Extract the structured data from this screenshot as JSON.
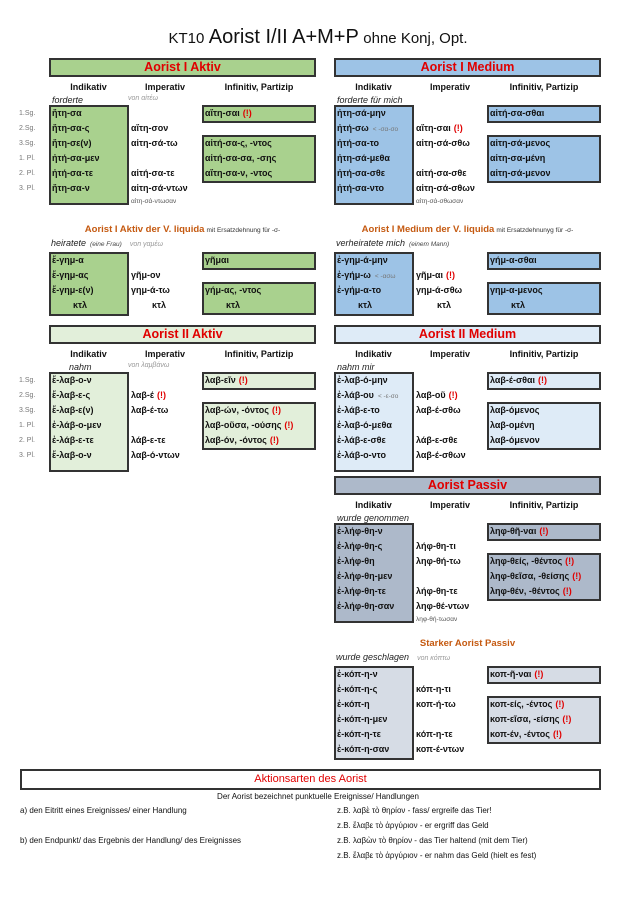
{
  "title": {
    "code": "KT10",
    "main": "Aorist I/II A+M+P",
    "sub": "ohne Konj, Opt."
  },
  "col_headers": [
    "Indikativ",
    "Imperativ",
    "Infinitiv, Partizip"
  ],
  "warn_mark": "(!)",
  "row_labels": [
    "1.Sg.",
    "2.Sg.",
    "3.Sg.",
    "1. Pl.",
    "2. Pl.",
    "3. Pl."
  ],
  "colors": {
    "green": "#a9d18e",
    "blue": "#9dc3e6",
    "lightgreen": "#e2efda",
    "lightblue": "#deebf7",
    "passiv": "#adb9ca",
    "passivlight": "#d6dce5",
    "red": "#e00000",
    "orange": "#c55a11"
  },
  "sections": [
    {
      "id": "aorist-1-aktiv",
      "title": "Aorist I Aktiv",
      "gloss": "forderte",
      "source": "von αἰτέω",
      "ind": [
        {
          "t": "ἤτη-σα"
        },
        {
          "t": "ἤτη-σα-ς"
        },
        {
          "t": "ἤτη-σε(ν)"
        },
        {
          "t": "ἠτή-σα-μεν"
        },
        {
          "t": "ἠτή-σα-τε"
        },
        {
          "t": "ἤτη-σα-ν"
        }
      ],
      "imp": [
        {
          "t": ""
        },
        {
          "t": "αἴτη-σον"
        },
        {
          "t": "αἰτη-σά-τω"
        },
        {
          "t": ""
        },
        {
          "t": "αἰτή-σα-τε"
        },
        {
          "t": "αἰτη-σά-ντων"
        }
      ],
      "imp_extra": "αἰτη-σά-ντωσαν",
      "inf": {
        "t": "αἴτη-σαι",
        "w": true
      },
      "part": [
        {
          "t": "αἰτή-σα-ς, -ντος"
        },
        {
          "t": "αἰτή-σα-σα, -σης"
        },
        {
          "t": "αἴτη-σα-ν, -ντος"
        }
      ]
    },
    {
      "id": "aorist-1-medium",
      "title": "Aorist I Medium",
      "gloss": "forderte für mich",
      "ind": [
        {
          "t": "ἠτη-σά-μην"
        },
        {
          "t": "ἠτή-σω",
          "n": "< -σα-σο"
        },
        {
          "t": "ἠτή-σα-το"
        },
        {
          "t": "ἠτη-σά-μεθα"
        },
        {
          "t": "ἠτή-σα-σθε"
        },
        {
          "t": "ἠτή-σα-ντο"
        }
      ],
      "imp": [
        {
          "t": ""
        },
        {
          "t": "αἴτη-σαι",
          "w": true
        },
        {
          "t": "αἰτη-σά-σθω"
        },
        {
          "t": ""
        },
        {
          "t": "αἰτή-σα-σθε"
        },
        {
          "t": "αἰτη-σά-σθων"
        }
      ],
      "imp_extra": "αἰτη-σά-σθωσαν",
      "inf": {
        "t": "αἰτή-σα-σθαι"
      },
      "part": [
        {
          "t": "αἰτη-σά-μενος"
        },
        {
          "t": "αἰτη-σα-μένη"
        },
        {
          "t": "αἰτη-σά-μενον"
        }
      ]
    },
    {
      "id": "aorist-1-aktiv-liquida",
      "title": "Aorist I Aktiv der V. liquida",
      "suffix": "mit Ersatzdehnung für -σ-",
      "gloss": "heiratete",
      "paren": "(eine Frau)",
      "source": "von γαμέω",
      "ind": [
        {
          "t": "ἔ-γημ-α"
        },
        {
          "t": "ἔ-γημ-ας"
        },
        {
          "t": "ἔ-γημ-ε(ν)"
        },
        {
          "t": "κτλ",
          "c": true
        }
      ],
      "imp": [
        {
          "t": ""
        },
        {
          "t": "γῆμ-ον"
        },
        {
          "t": "γημ-ά-τω"
        },
        {
          "t": "κτλ",
          "c": true
        }
      ],
      "inf": {
        "t": "γῆμαι"
      },
      "part": [
        {
          "t": "γήμ-ας, -ντος"
        },
        {
          "t": "κτλ",
          "c": true
        }
      ]
    },
    {
      "id": "aorist-1-medium-liquida",
      "title": "Aorist I Medium der V. liquida",
      "suffix": "mit Ersatzdehnunyg für -σ-",
      "gloss": "verheiratete mich",
      "paren": "(einem Mann)",
      "ind": [
        {
          "t": "ἐ-γημ-ά-μην"
        },
        {
          "t": "ἐ-γήμ-ω",
          "n": "< -ασω"
        },
        {
          "t": "ἐ-γήμ-α-το"
        },
        {
          "t": "κτλ",
          "c": true
        }
      ],
      "imp": [
        {
          "t": ""
        },
        {
          "t": "γῆμ-αι",
          "w": true
        },
        {
          "t": "γημ-ά-σθω"
        },
        {
          "t": "κτλ",
          "c": true
        }
      ],
      "inf": {
        "t": "γήμ-α-σθαι"
      },
      "part": [
        {
          "t": "γημ-α-μενος"
        },
        {
          "t": "κτλ",
          "c": true
        }
      ]
    },
    {
      "id": "aorist-2-aktiv",
      "title": "Aorist II Aktiv",
      "gloss": "nahm",
      "source": "von λαμβάνω",
      "ind": [
        {
          "t": "ἔ-λαβ-ο-ν"
        },
        {
          "t": "ἔ-λαβ-ε-ς"
        },
        {
          "t": "ἔ-λαβ-ε(ν)"
        },
        {
          "t": "ἐ-λάβ-ο-μεν"
        },
        {
          "t": "ἐ-λάβ-ε-τε"
        },
        {
          "t": "ἔ-λαβ-ο-ν"
        }
      ],
      "imp": [
        {
          "t": ""
        },
        {
          "t": "λαβ-έ",
          "w": true
        },
        {
          "t": "λαβ-έ-τω"
        },
        {
          "t": ""
        },
        {
          "t": "λάβ-ε-τε"
        },
        {
          "t": "λαβ-ό-ντων"
        }
      ],
      "inf": {
        "t": "λαβ-εῖν",
        "w": true
      },
      "part": [
        {
          "t": "λαβ-ών, -όντος",
          "w": true
        },
        {
          "t": "λαβ-οῦσα, -ούσης",
          "w": true
        },
        {
          "t": "λαβ-όν, -όντος",
          "w": true
        }
      ]
    },
    {
      "id": "aorist-2-medium",
      "title": "Aorist II Medium",
      "gloss": "nahm mir",
      "ind": [
        {
          "t": "ἐ-λαβ-ό-μην"
        },
        {
          "t": "ἐ-λάβ-ου",
          "n": "< -ε-σο"
        },
        {
          "t": "ἐ-λάβ-ε-το"
        },
        {
          "t": "ἐ-λαβ-ό-μεθα"
        },
        {
          "t": "ἐ-λάβ-ε-σθε"
        },
        {
          "t": "ἐ-λάβ-ο-ντο"
        }
      ],
      "imp": [
        {
          "t": ""
        },
        {
          "t": "λαβ-οῦ",
          "w": true
        },
        {
          "t": "λαβ-έ-σθω"
        },
        {
          "t": ""
        },
        {
          "t": "λάβ-ε-σθε"
        },
        {
          "t": "λαβ-έ-σθων"
        }
      ],
      "inf": {
        "t": "λαβ-έ-σθαι",
        "w": true
      },
      "part": [
        {
          "t": "λαβ-όμενος"
        },
        {
          "t": "λαβ-ομένη"
        },
        {
          "t": "λαβ-όμενον"
        }
      ]
    },
    {
      "id": "aorist-passiv",
      "title": "Aorist Passiv",
      "gloss": "wurde genommen",
      "ind": [
        {
          "t": "ἐ-λήφ-θη-ν"
        },
        {
          "t": "ἐ-λήφ-θη-ς"
        },
        {
          "t": "ἐ-λήφ-θη"
        },
        {
          "t": "ἐ-λήφ-θη-μεν"
        },
        {
          "t": "ἐ-λήφ-θη-τε"
        },
        {
          "t": "ἐ-λήφ-θη-σαν"
        }
      ],
      "imp": [
        {
          "t": ""
        },
        {
          "t": "λήφ-θη-τι"
        },
        {
          "t": "ληφ-θή-τω"
        },
        {
          "t": ""
        },
        {
          "t": "λήφ-θη-τε"
        },
        {
          "t": "ληφ-θέ-ντων"
        }
      ],
      "imp_extra": "ληφ-θή-τωσαν",
      "inf": {
        "t": "ληφ-θῆ-ναι",
        "w": true
      },
      "part": [
        {
          "t": "ληφ-θείς, -θέντος",
          "w": true
        },
        {
          "t": "ληφ-θεῖσα, -θείσης",
          "w": true
        },
        {
          "t": "ληφ-θέν, -θέντος",
          "w": true
        }
      ]
    },
    {
      "id": "starker-aorist-passiv",
      "title": "Starker Aorist Passiv",
      "gloss": "wurde geschlagen",
      "source": "von κόπτω",
      "ind": [
        {
          "t": "ἐ-κόπ-η-ν"
        },
        {
          "t": "ἐ-κόπ-η-ς"
        },
        {
          "t": "ἐ-κόπ-η"
        },
        {
          "t": "ἐ-κόπ-η-μεν"
        },
        {
          "t": "ἐ-κόπ-η-τε"
        },
        {
          "t": "ἐ-κόπ-η-σαν"
        }
      ],
      "imp": [
        {
          "t": ""
        },
        {
          "t": "κόπ-η-τι"
        },
        {
          "t": "κοπ-ή-τω"
        },
        {
          "t": ""
        },
        {
          "t": "κόπ-η-τε"
        },
        {
          "t": "κοπ-έ-ντων"
        }
      ],
      "inf": {
        "t": "κοπ-ῆ-ναι",
        "w": true
      },
      "part": [
        {
          "t": "κοπ-είς, -έντος",
          "w": true
        },
        {
          "t": "κοπ-εῖσα, -είσης",
          "w": true
        },
        {
          "t": "κοπ-έν, -έντος",
          "w": true
        }
      ]
    }
  ],
  "aktionsarten": {
    "title": "Aktionsarten des Aorist",
    "intro": "Der Aorist bezeichnet punktuelle Ereignisse/ Handlungen",
    "a": "a) den Eitritt eines Ereignisses/ einer Handlung",
    "b": "b) den Endpunkt/ das Ergebnis der Handlung/ des Ereignisses",
    "examples": [
      "z.B. λαβὲ τὸ θηρίον - fass/ ergreife das Tier!",
      "z.B. ἔλαβε τὸ ἀργύριον - er ergriff das Geld",
      "z.B. λαβὼν τὸ θηρίον - das Tier haltend (mit dem Tier)",
      "z.B. ἔλαβε τὸ ἀργύριον - er nahm das Geld (hielt es fest)"
    ]
  }
}
